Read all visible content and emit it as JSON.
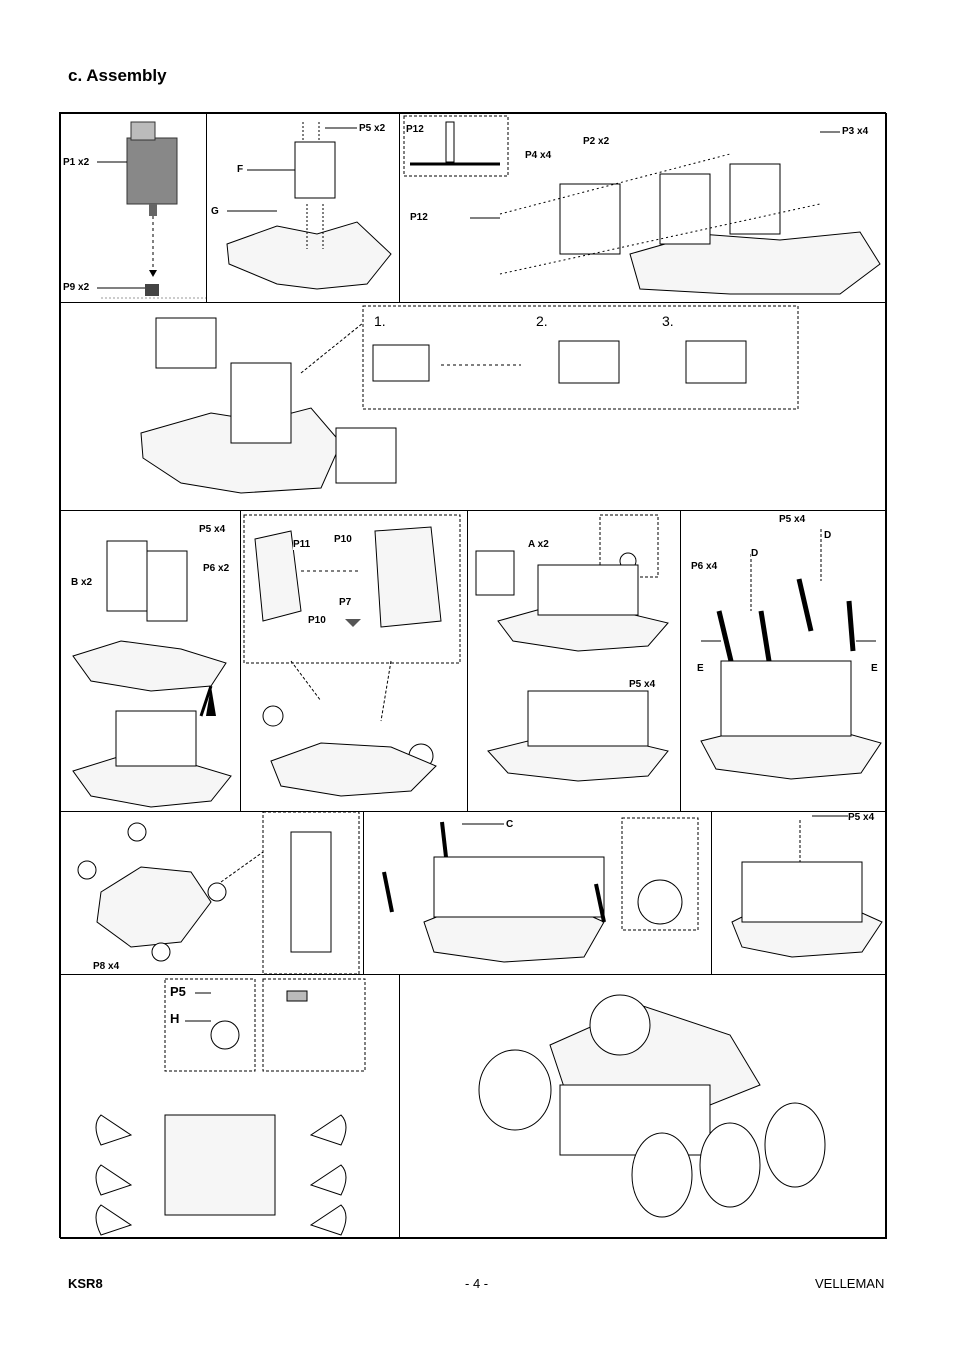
{
  "heading": "c. Assembly",
  "panel1": {
    "p1": "P1 x2",
    "p9": "P9 x2"
  },
  "panel2": {
    "p5": "P5 x2",
    "f": "F",
    "g": "G"
  },
  "panel3": {
    "p12_top": "P12",
    "p12_side": "P12",
    "p4": "P4 x4",
    "p2": "P2 x2",
    "p3": "P3 x4"
  },
  "panel4": {
    "step1": "1.",
    "step2": "2.",
    "step3": "3."
  },
  "panel5": {
    "p5": "P5 x4",
    "p6": "P6 x2",
    "b": "B x2"
  },
  "panel6": {
    "p11": "P11",
    "p10_top": "P10",
    "p10_bottom": "P10",
    "p7": "P7"
  },
  "panel7": {
    "a": "A x2",
    "p5": "P5 x4"
  },
  "panel8": {
    "p5": "P5 x4",
    "d_left": "D",
    "d_right": "D",
    "p6": "P6 x4",
    "e_left": "E",
    "e_right": "E"
  },
  "panel9": {
    "p8": "P8 x4"
  },
  "panel10": {
    "c": "C"
  },
  "panel11": {
    "p5": "P5 x4"
  },
  "panel12": {
    "p5": "P5",
    "h": "H"
  },
  "footer": {
    "model": "KSR8",
    "page": "- 4 -",
    "brand": "VELLEMAN"
  }
}
